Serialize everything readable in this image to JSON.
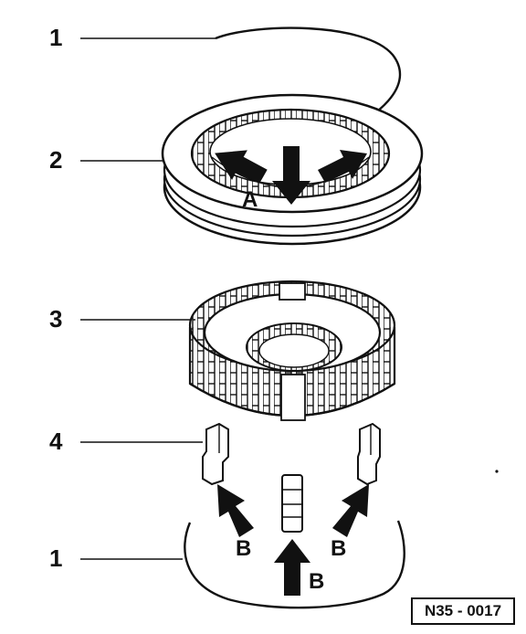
{
  "callouts": {
    "c1_top": "1",
    "c2": "2",
    "c3": "3",
    "c4": "4",
    "c1_bottom": "1"
  },
  "arrow_labels": {
    "a": "A",
    "b_left": "B",
    "b_center": "B",
    "b_right": "B"
  },
  "reference_code": "N35 - 0017"
}
